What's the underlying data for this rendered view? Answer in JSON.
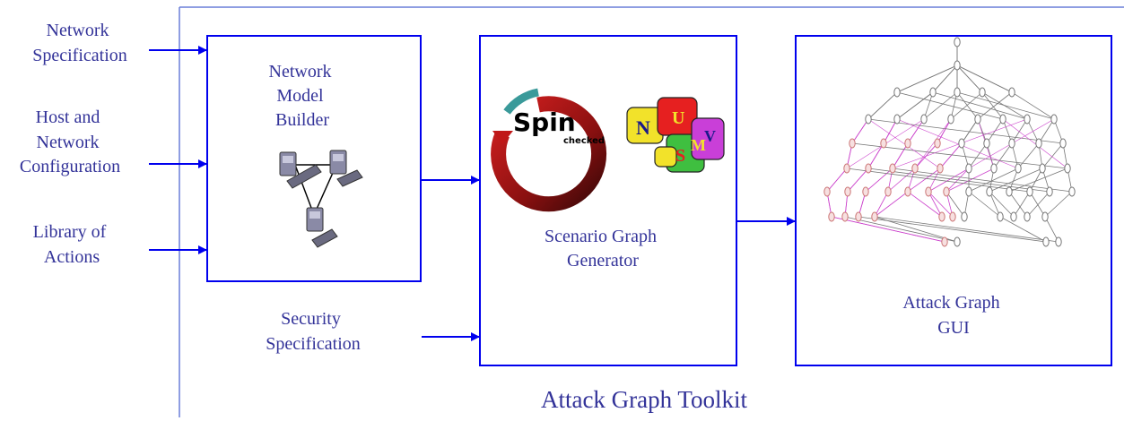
{
  "colors": {
    "stroke": "#0000EE",
    "text": "#333399",
    "attack_edge": "#CC44CC",
    "attack_node": "#CC7777",
    "plain_node": "#777777"
  },
  "inputs": {
    "network_spec": [
      "Network",
      "Specification"
    ],
    "host_network_config": [
      "Host and",
      "Network",
      "Configuration"
    ],
    "library_actions": [
      "Library of",
      "Actions"
    ],
    "security_spec": [
      "Security",
      "Specification"
    ]
  },
  "boxes": {
    "model_builder": [
      "Network",
      "Model",
      "Builder"
    ],
    "scenario_generator": [
      "Scenario Graph",
      "Generator"
    ],
    "attack_gui": [
      "Attack Graph",
      "GUI"
    ]
  },
  "logos": {
    "spin": {
      "main": "Spin",
      "sub": "checked"
    },
    "nusmv": {
      "letters": [
        "N",
        "U",
        "S",
        "M",
        "V"
      ]
    }
  },
  "icons": [
    "network-computers-icon",
    "spin-logo-icon",
    "nusmv-puzzle-icon",
    "attack-graph-thumbnail-icon"
  ],
  "toolkit_title": "Attack Graph Toolkit"
}
